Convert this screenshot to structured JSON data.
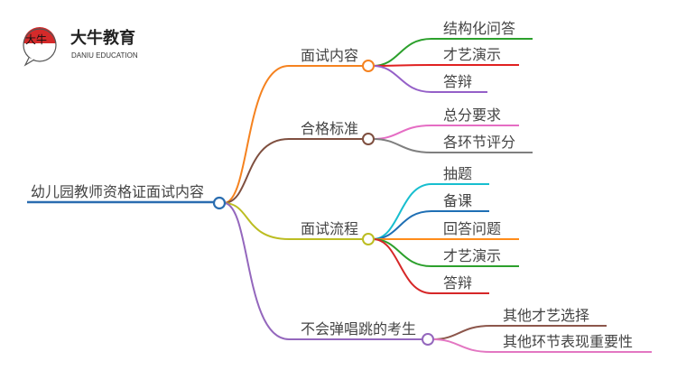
{
  "logo": {
    "name_cn": "大牛教育",
    "name_en": "DANIU EDUCATION",
    "mark_text": "大牛",
    "accent": "#d42a2a"
  },
  "root": {
    "label": "幼儿园教师资格证面试内容",
    "color": "#2a6db0"
  },
  "branches": [
    {
      "label": "面试内容",
      "color": "#f5821f",
      "children": [
        {
          "label": "结构化问答",
          "color": "#2ca02c"
        },
        {
          "label": "才艺演示",
          "color": "#e02020"
        },
        {
          "label": "答辩",
          "color": "#9560c8"
        }
      ]
    },
    {
      "label": "合格标准",
      "color": "#7f4f3f",
      "children": [
        {
          "label": "总分要求",
          "color": "#e56dc4"
        },
        {
          "label": "各环节评分",
          "color": "#7f7f7f"
        }
      ]
    },
    {
      "label": "面试流程",
      "color": "#bcbd22",
      "children": [
        {
          "label": "抽题",
          "color": "#17becf"
        },
        {
          "label": "备课",
          "color": "#1f6fb4"
        },
        {
          "label": "回答问题",
          "color": "#ff8c1a"
        },
        {
          "label": "才艺演示",
          "color": "#2ca02c"
        },
        {
          "label": "答辩",
          "color": "#d62728"
        }
      ]
    },
    {
      "label": "不会弹唱跳的考生",
      "color": "#9467bd",
      "children": [
        {
          "label": "其他才艺选择",
          "color": "#8c564b"
        },
        {
          "label": "其他环节表现重要性",
          "color": "#e377c2"
        }
      ]
    }
  ]
}
